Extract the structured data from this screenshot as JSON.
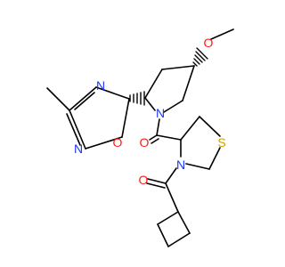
{
  "structure": {
    "atoms": {
      "n_oxadiazole_top": {
        "label": "N",
        "color": "#1e35ff"
      },
      "n_oxadiazole_bottom": {
        "label": "N",
        "color": "#1e35ff"
      },
      "o_oxadiazole": {
        "label": "O",
        "color": "#ff1b12"
      },
      "o_methoxy": {
        "label": "O",
        "color": "#ff1b12"
      },
      "n_pyrrolidine": {
        "label": "N",
        "color": "#1e35ff"
      },
      "o_carbonyl_1": {
        "label": "O",
        "color": "#ff1b12"
      },
      "n_thiazolidine": {
        "label": "N",
        "color": "#1e35ff"
      },
      "s_thiazolidine": {
        "label": "S",
        "color": "#c8a400"
      },
      "o_carbonyl_2": {
        "label": "O",
        "color": "#ff1b12"
      }
    }
  }
}
